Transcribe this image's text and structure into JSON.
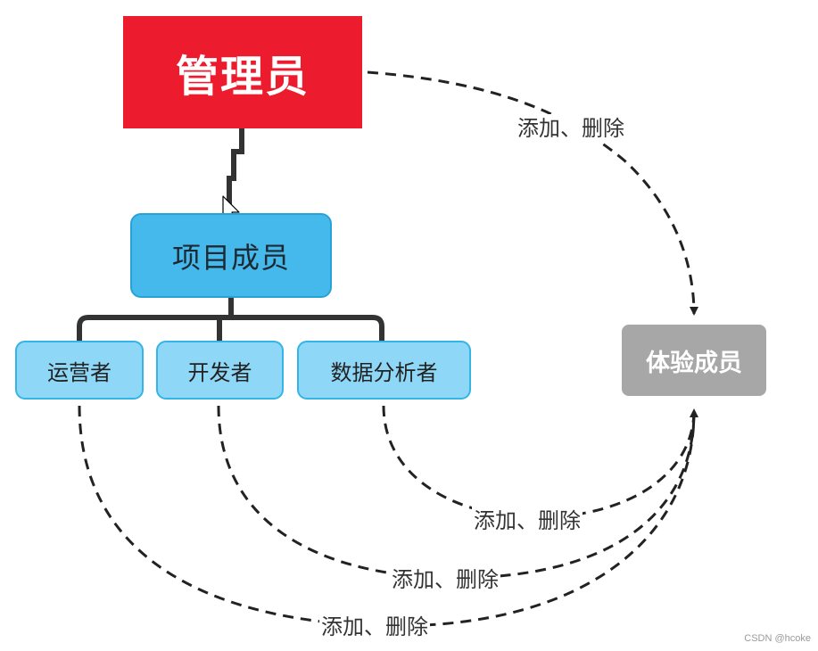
{
  "nodes": {
    "admin": "管理员",
    "project_members": "项目成员",
    "operator": "运营者",
    "developer": "开发者",
    "data_analyst": "数据分析者",
    "trial_member": "体验成员"
  },
  "edge_labels": {
    "admin_to_trial": "添加、删除",
    "analyst_to_trial": "添加、删除",
    "developer_to_trial": "添加、删除",
    "operator_to_trial": "添加、删除"
  },
  "watermark": "CSDN @hcoke",
  "colors": {
    "admin_fill": "#ec1c2e",
    "members_fill": "#46b9ec",
    "role_fill": "#8ed7f6",
    "role_border": "#35b4e6",
    "trial_fill": "#a7a7a7",
    "connector": "#333333",
    "dashed_arrow": "#222222"
  }
}
